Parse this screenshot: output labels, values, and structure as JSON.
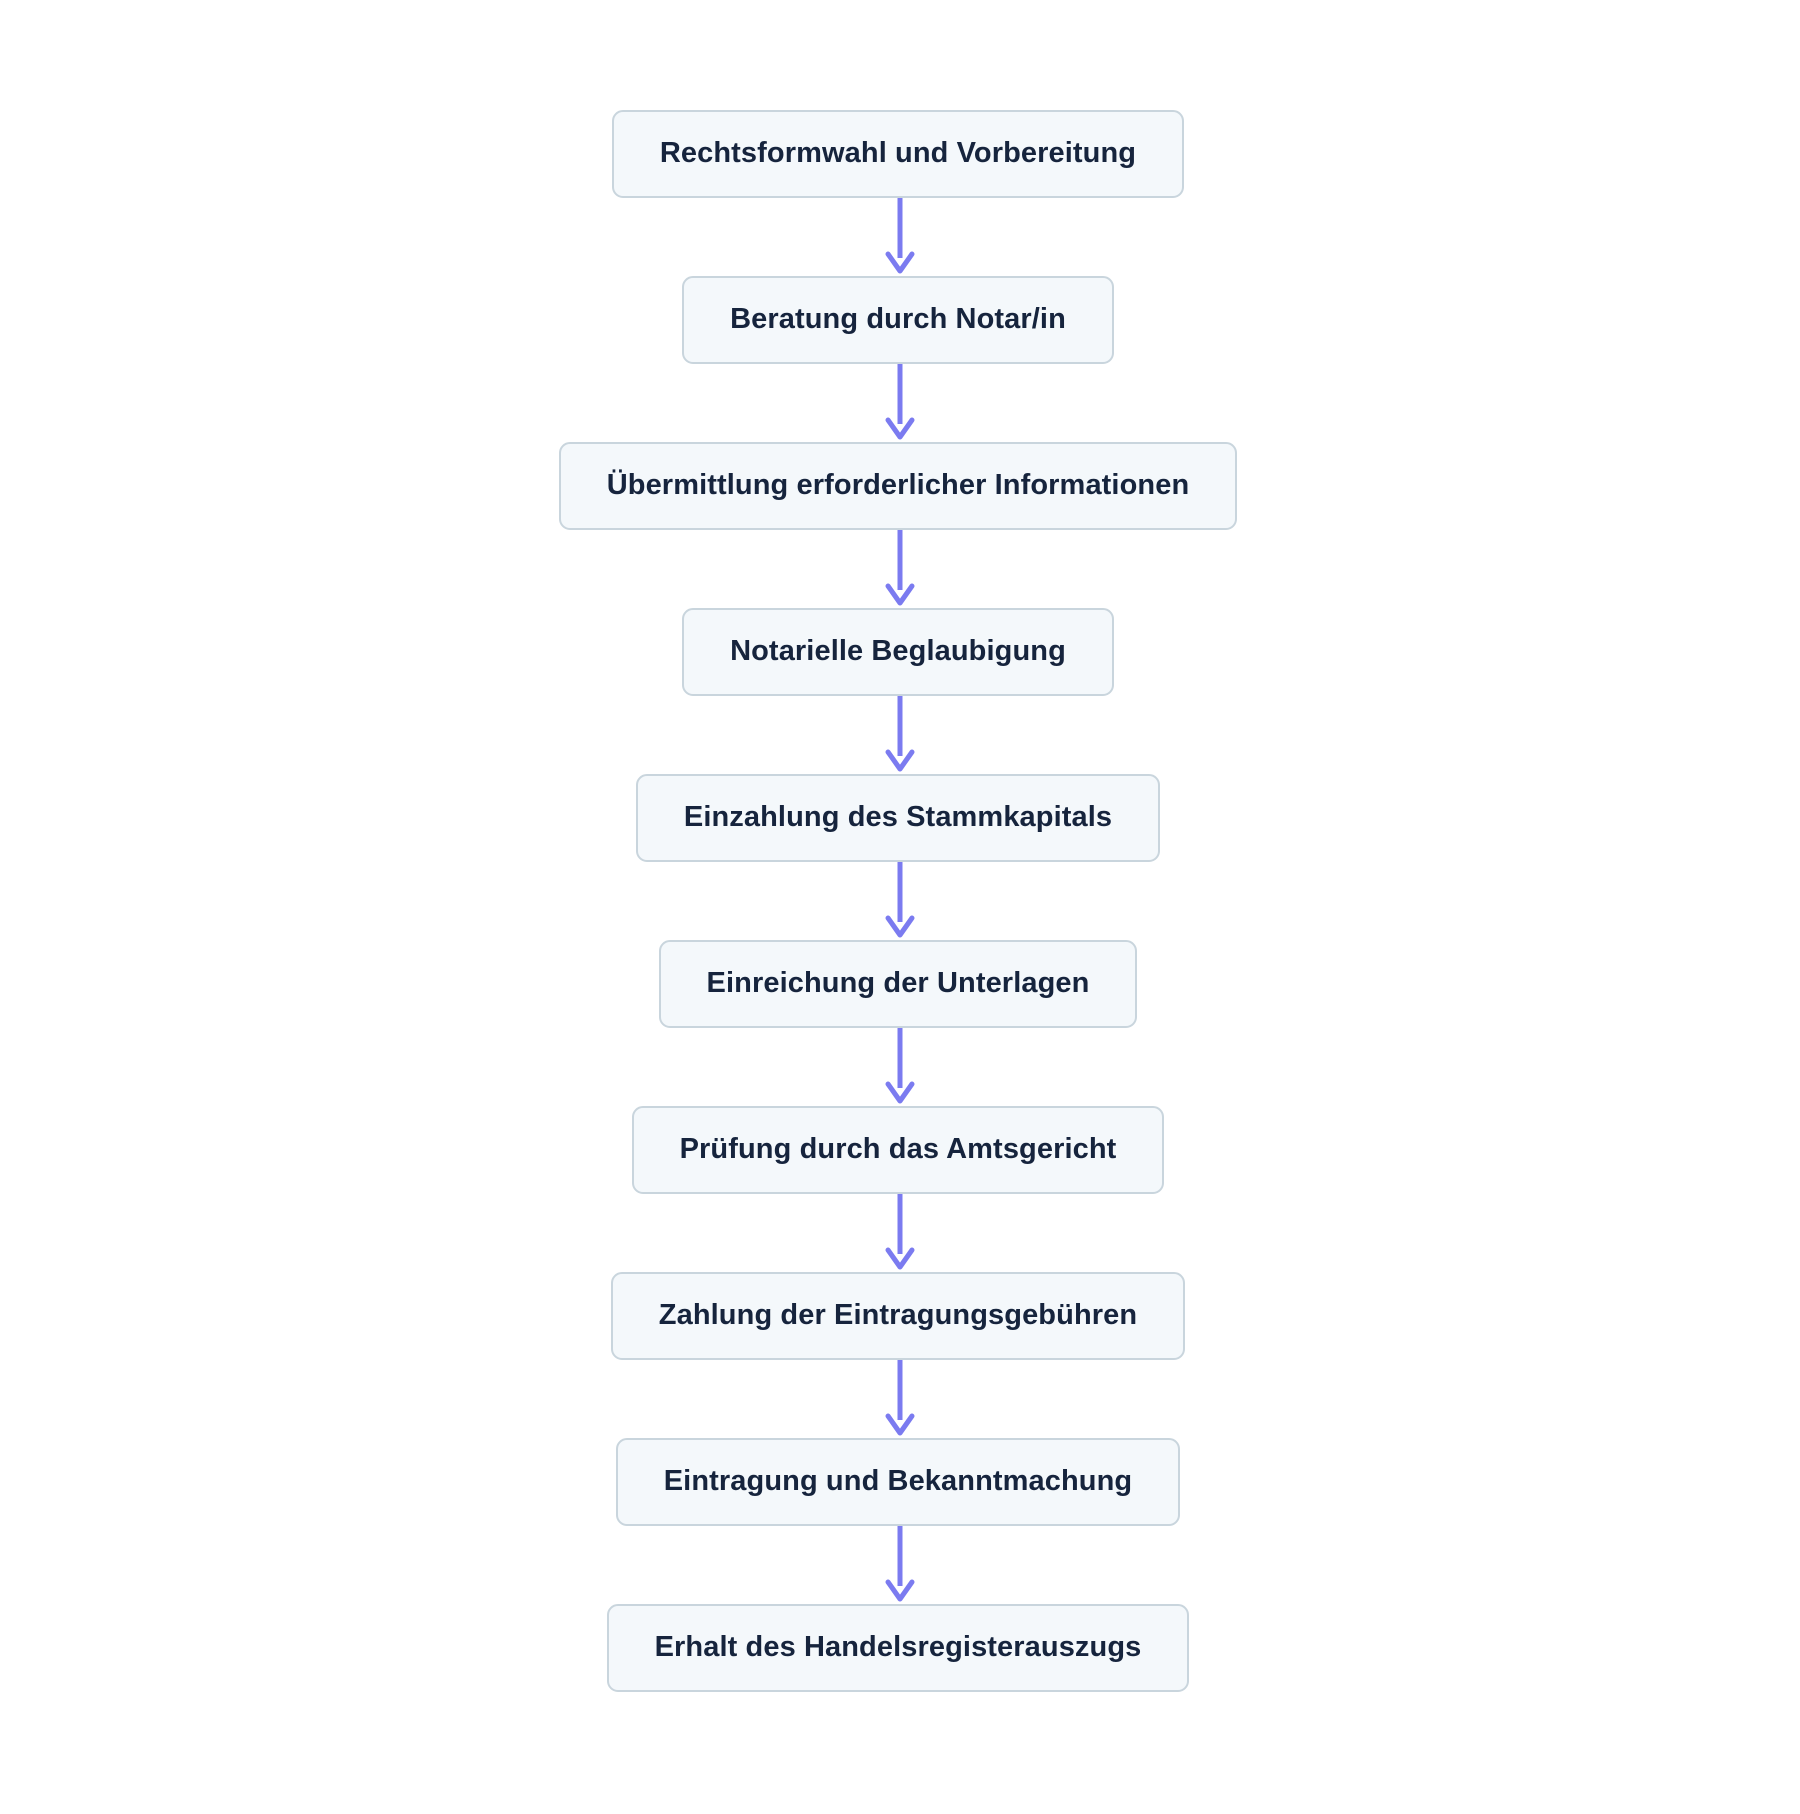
{
  "diagram": {
    "type": "flowchart",
    "orientation": "top-to-bottom",
    "title_text": "",
    "colors": {
      "background": "#ffffff",
      "node_fill": "#f4f8fb",
      "node_border": "#c9d5dd",
      "node_text": "#16243d",
      "arrow": "#7b7bf0"
    },
    "nodes": [
      {
        "id": "n1",
        "label": "Rechtsformwahl und Vorbereitung"
      },
      {
        "id": "n2",
        "label": "Beratung durch Notar/in"
      },
      {
        "id": "n3",
        "label": "Übermittlung erforderlicher Informationen"
      },
      {
        "id": "n4",
        "label": "Notarielle Beglaubigung"
      },
      {
        "id": "n5",
        "label": "Einzahlung des Stammkapitals"
      },
      {
        "id": "n6",
        "label": "Einreichung der Unterlagen"
      },
      {
        "id": "n7",
        "label": "Prüfung durch das Amtsgericht"
      },
      {
        "id": "n8",
        "label": "Zahlung der Eintragungsgebühren"
      },
      {
        "id": "n9",
        "label": "Eintragung und Bekanntmachung"
      },
      {
        "id": "n10",
        "label": "Erhalt des Handelsregisterauszugs"
      }
    ],
    "edges": [
      {
        "from": "n1",
        "to": "n2",
        "label": "",
        "arrow": "down-arrow-icon"
      },
      {
        "from": "n2",
        "to": "n3",
        "label": "",
        "arrow": "down-arrow-icon"
      },
      {
        "from": "n3",
        "to": "n4",
        "label": "",
        "arrow": "down-arrow-icon"
      },
      {
        "from": "n4",
        "to": "n5",
        "label": "",
        "arrow": "down-arrow-icon"
      },
      {
        "from": "n5",
        "to": "n6",
        "label": "",
        "arrow": "down-arrow-icon"
      },
      {
        "from": "n6",
        "to": "n7",
        "label": "",
        "arrow": "down-arrow-icon"
      },
      {
        "from": "n7",
        "to": "n8",
        "label": "",
        "arrow": "down-arrow-icon"
      },
      {
        "from": "n8",
        "to": "n9",
        "label": "",
        "arrow": "down-arrow-icon"
      },
      {
        "from": "n9",
        "to": "n10",
        "label": "",
        "arrow": "down-arrow-icon"
      }
    ]
  }
}
